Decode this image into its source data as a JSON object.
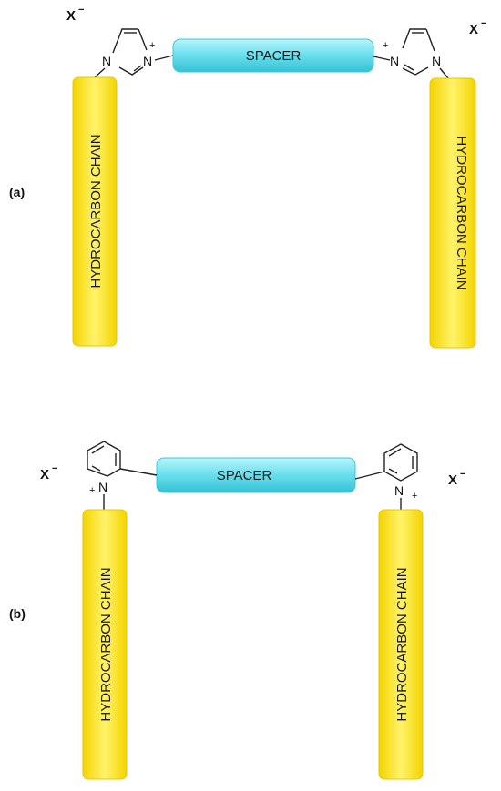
{
  "panel_a": {
    "label": "(a)",
    "spacer": "SPACER",
    "chain_left": "HYDROCARBON CHAIN",
    "chain_right": "HYDROCARBON CHAIN",
    "anion": "X",
    "anion_charge": "−",
    "nitrogen": "N",
    "cation_charge": "+"
  },
  "panel_b": {
    "label": "(b)",
    "spacer": "SPACER",
    "chain_left": "HYDROCARBON CHAIN",
    "chain_right": "HYDROCARBON CHAIN",
    "anion": "X",
    "anion_charge": "−",
    "nitrogen": "N",
    "cation_charge": "+"
  },
  "colors": {
    "spacer_fill": "#7ee8f2",
    "spacer_edge": "#3cc6d8",
    "chain_fill": "#ffee44",
    "chain_edge": "#e8c800"
  }
}
